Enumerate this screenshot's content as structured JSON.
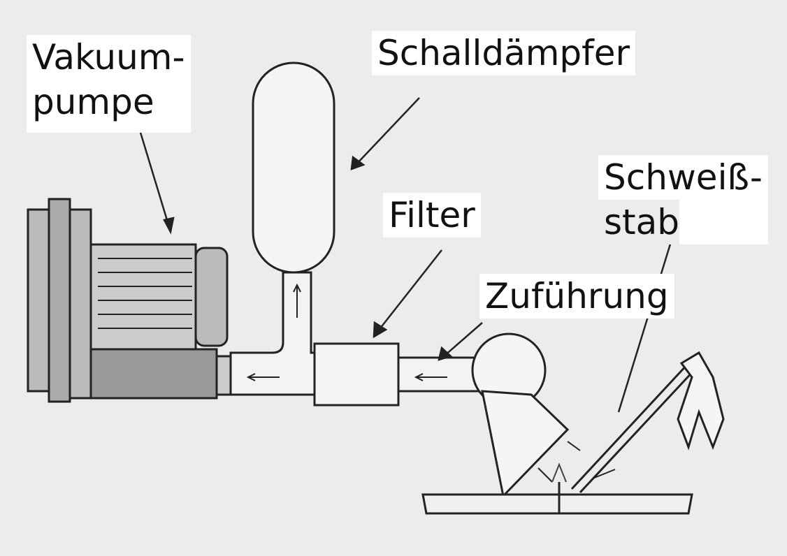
{
  "labels": {
    "pump_line1": "Vakuum-",
    "pump_line2": "pumpe",
    "silencer": "Schalldämpfer",
    "filter": "Filter",
    "feed": "Zuführung",
    "rod_line1": "Schweiß-",
    "rod_line2": "stab"
  }
}
